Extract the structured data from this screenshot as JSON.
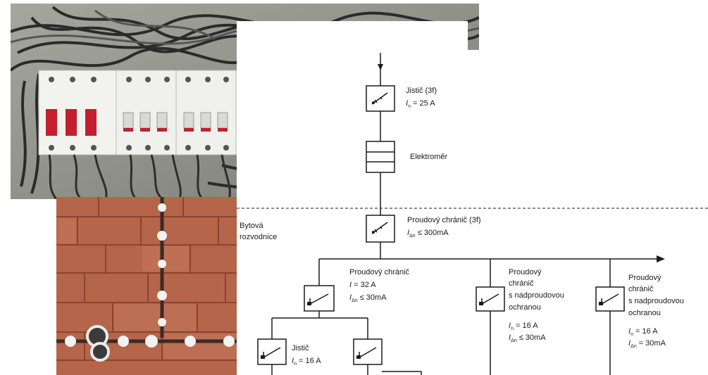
{
  "photos": {
    "distribution_board": "distribution-board-photo",
    "brick_wall": "brick-wall-boxes-photo",
    "light_switch": "brown-light-switch-photo"
  },
  "colors": {
    "switch_body": "#8b3d1c",
    "switch_frame": "#7a3215",
    "brick": "#b4654a",
    "line": "#1a1a1a"
  },
  "schema": {
    "main_breaker": {
      "name": "Jistič (3f)",
      "rating_symbol": "I",
      "rating_sub": "n",
      "rating_value": " = 25 A"
    },
    "meter": {
      "name": "Elektroměr"
    },
    "apartment_board": {
      "line1": "Bytová",
      "line2": "rozvodnice"
    },
    "main_rcd": {
      "name": "Proudový chránič (3f)",
      "symbol": "I",
      "sub": "Δn",
      "value": " ≤ 300mA"
    },
    "rcd_left": {
      "name": "Proudový chránič",
      "rating_symbol": "I",
      "rating_value": " = 32 A",
      "sens_symbol": "I",
      "sens_sub": "Δn",
      "sens_value": " ≤ 30mA"
    },
    "rcbo_middle": {
      "line1": "Proudový",
      "line2": "chránič",
      "line3": "s nadproudovou",
      "line4": "ochranou",
      "rating_symbol": "I",
      "rating_sub": "n",
      "rating_value": "  = 16 A",
      "sens_symbol": "I",
      "sens_sub": "Δn",
      "sens_value": " ≤ 30mA"
    },
    "rcbo_right": {
      "line1": "Proudový",
      "line2": "chránič",
      "line3": "s nadproudovou",
      "line4": "ochranou",
      "rating_symbol": "I",
      "rating_sub": "n",
      "rating_value": " = 16 A",
      "sens_symbol": "I",
      "sens_sub": "Δn",
      "sens_value": " = 30mA"
    },
    "branch_breaker": {
      "name": "Jistič",
      "rating_symbol": "I",
      "rating_sub": "n",
      "rating_value": " = 16 A"
    }
  }
}
